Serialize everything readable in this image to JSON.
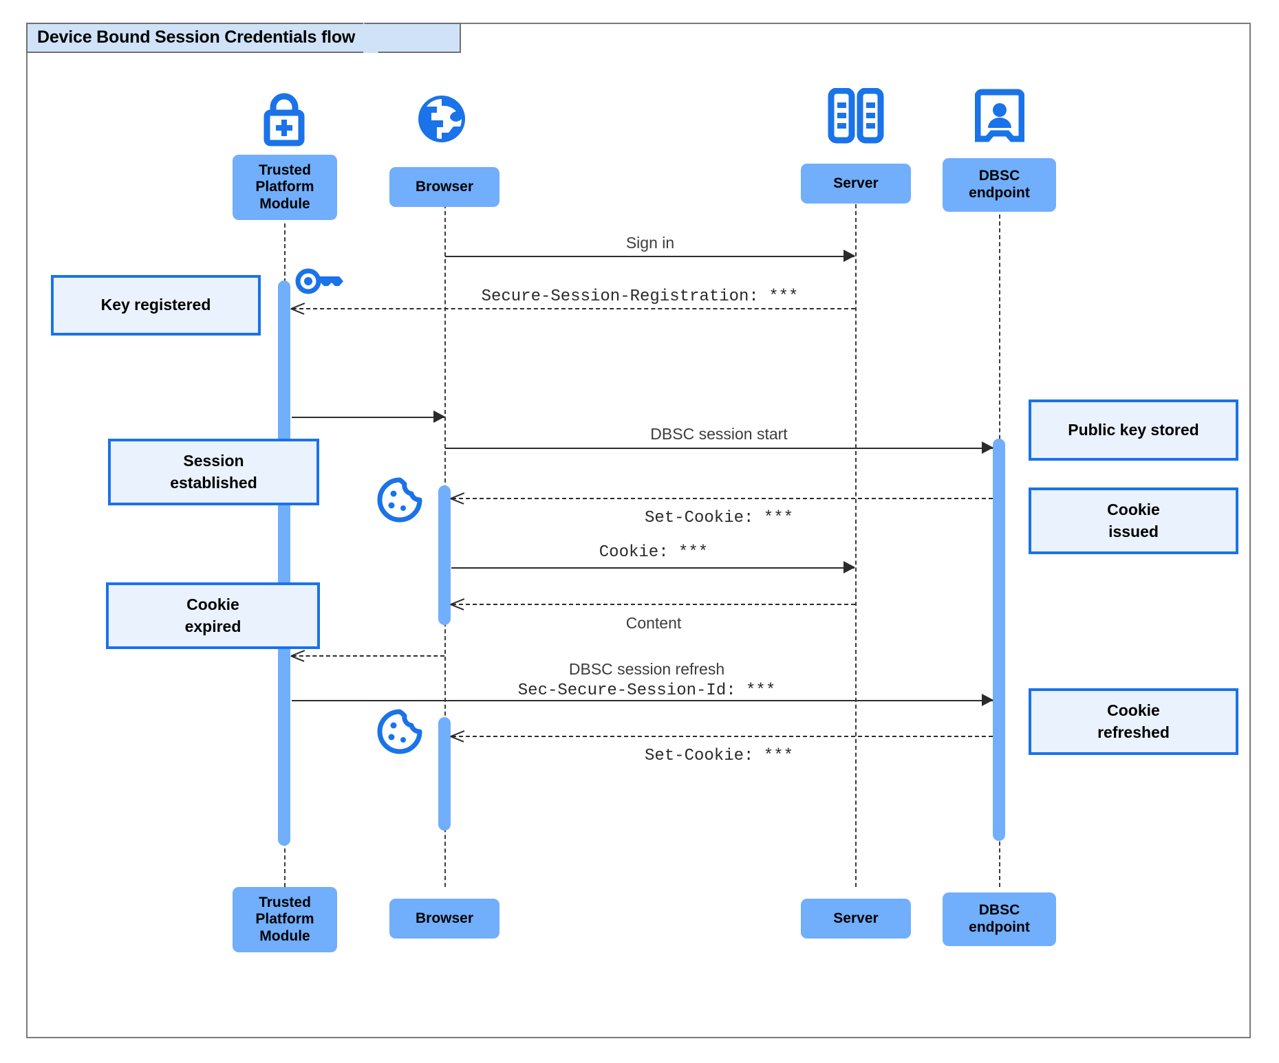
{
  "diagram": {
    "title": "Device Bound Session Credentials flow",
    "type": "sequence",
    "colors": {
      "participant_fill": "#71aefc",
      "note_fill": "#eaf2fe",
      "note_border": "#1a73e8",
      "icon_blue": "#1a73e8",
      "frame_border": "#7a7a7a",
      "title_fill": "#cfe2f7",
      "line": "#2b2b2b"
    }
  },
  "participants": [
    {
      "id": "tpm",
      "label": "Trusted\nPlatform\nModule",
      "icon": "lock-plus-icon"
    },
    {
      "id": "browser",
      "label": "Browser",
      "icon": "globe-icon"
    },
    {
      "id": "server",
      "label": "Server",
      "icon": "server-rack-icon"
    },
    {
      "id": "dbsc",
      "label": "DBSC\nendpoint",
      "icon": "id-badge-icon"
    }
  ],
  "footer_participants": [
    {
      "id": "tpm",
      "label": "Trusted\nPlatform\nModule"
    },
    {
      "id": "browser",
      "label": "Browser"
    },
    {
      "id": "server",
      "label": "Server"
    },
    {
      "id": "dbsc",
      "label": "DBSC\nendpoint"
    }
  ],
  "messages": [
    {
      "id": "m1",
      "from": "browser",
      "to": "server",
      "style": "solid",
      "label": "Sign in",
      "label_font": "sans"
    },
    {
      "id": "m2",
      "from": "server",
      "to": "tpm",
      "style": "dashed",
      "label": "Secure-Session-Registration: ***",
      "label_font": "mono"
    },
    {
      "id": "m3",
      "from": "tpm",
      "to": "browser",
      "style": "solid",
      "label": "",
      "label_font": "sans"
    },
    {
      "id": "m4",
      "from": "browser",
      "to": "dbsc",
      "style": "solid",
      "label": "DBSC session start",
      "label_font": "sans"
    },
    {
      "id": "m5",
      "from": "dbsc",
      "to": "browser",
      "style": "dashed",
      "label": "Set-Cookie: ***",
      "label_font": "mono"
    },
    {
      "id": "m6",
      "from": "browser",
      "to": "server",
      "style": "solid",
      "label": "Cookie: ***",
      "label_font": "mono"
    },
    {
      "id": "m7",
      "from": "server",
      "to": "browser",
      "style": "dashed",
      "label": "Content",
      "label_font": "sans"
    },
    {
      "id": "m8",
      "from": "browser",
      "to": "tpm",
      "style": "dashed",
      "label": "",
      "label_font": "sans"
    },
    {
      "id": "m9",
      "from": "tpm",
      "to": "dbsc",
      "style": "solid",
      "label": "DBSC session refresh",
      "label2": "Sec-Secure-Session-Id: ***",
      "label_font": "sans"
    },
    {
      "id": "m10",
      "from": "dbsc",
      "to": "browser",
      "style": "dashed",
      "label": "Set-Cookie: ***",
      "label_font": "mono"
    }
  ],
  "notes": [
    {
      "id": "n1",
      "side": "left",
      "text": "Key registered",
      "target": "tpm"
    },
    {
      "id": "n2",
      "side": "left",
      "text": "Session\nestablished",
      "target": "tpm"
    },
    {
      "id": "n3",
      "side": "left",
      "text": "Cookie\nexpired",
      "target": "tpm"
    },
    {
      "id": "n4",
      "side": "right",
      "text": "Public key stored",
      "target": "dbsc"
    },
    {
      "id": "n5",
      "side": "right",
      "text": "Cookie\nissued",
      "target": "dbsc"
    },
    {
      "id": "n6",
      "side": "right",
      "text": "Cookie\nrefreshed",
      "target": "dbsc"
    }
  ],
  "decorations": [
    {
      "id": "d1",
      "icon": "key-icon",
      "near": "tpm"
    },
    {
      "id": "d2",
      "icon": "cookie-icon",
      "near": "browser"
    },
    {
      "id": "d3",
      "icon": "cookie-icon",
      "near": "browser"
    }
  ]
}
